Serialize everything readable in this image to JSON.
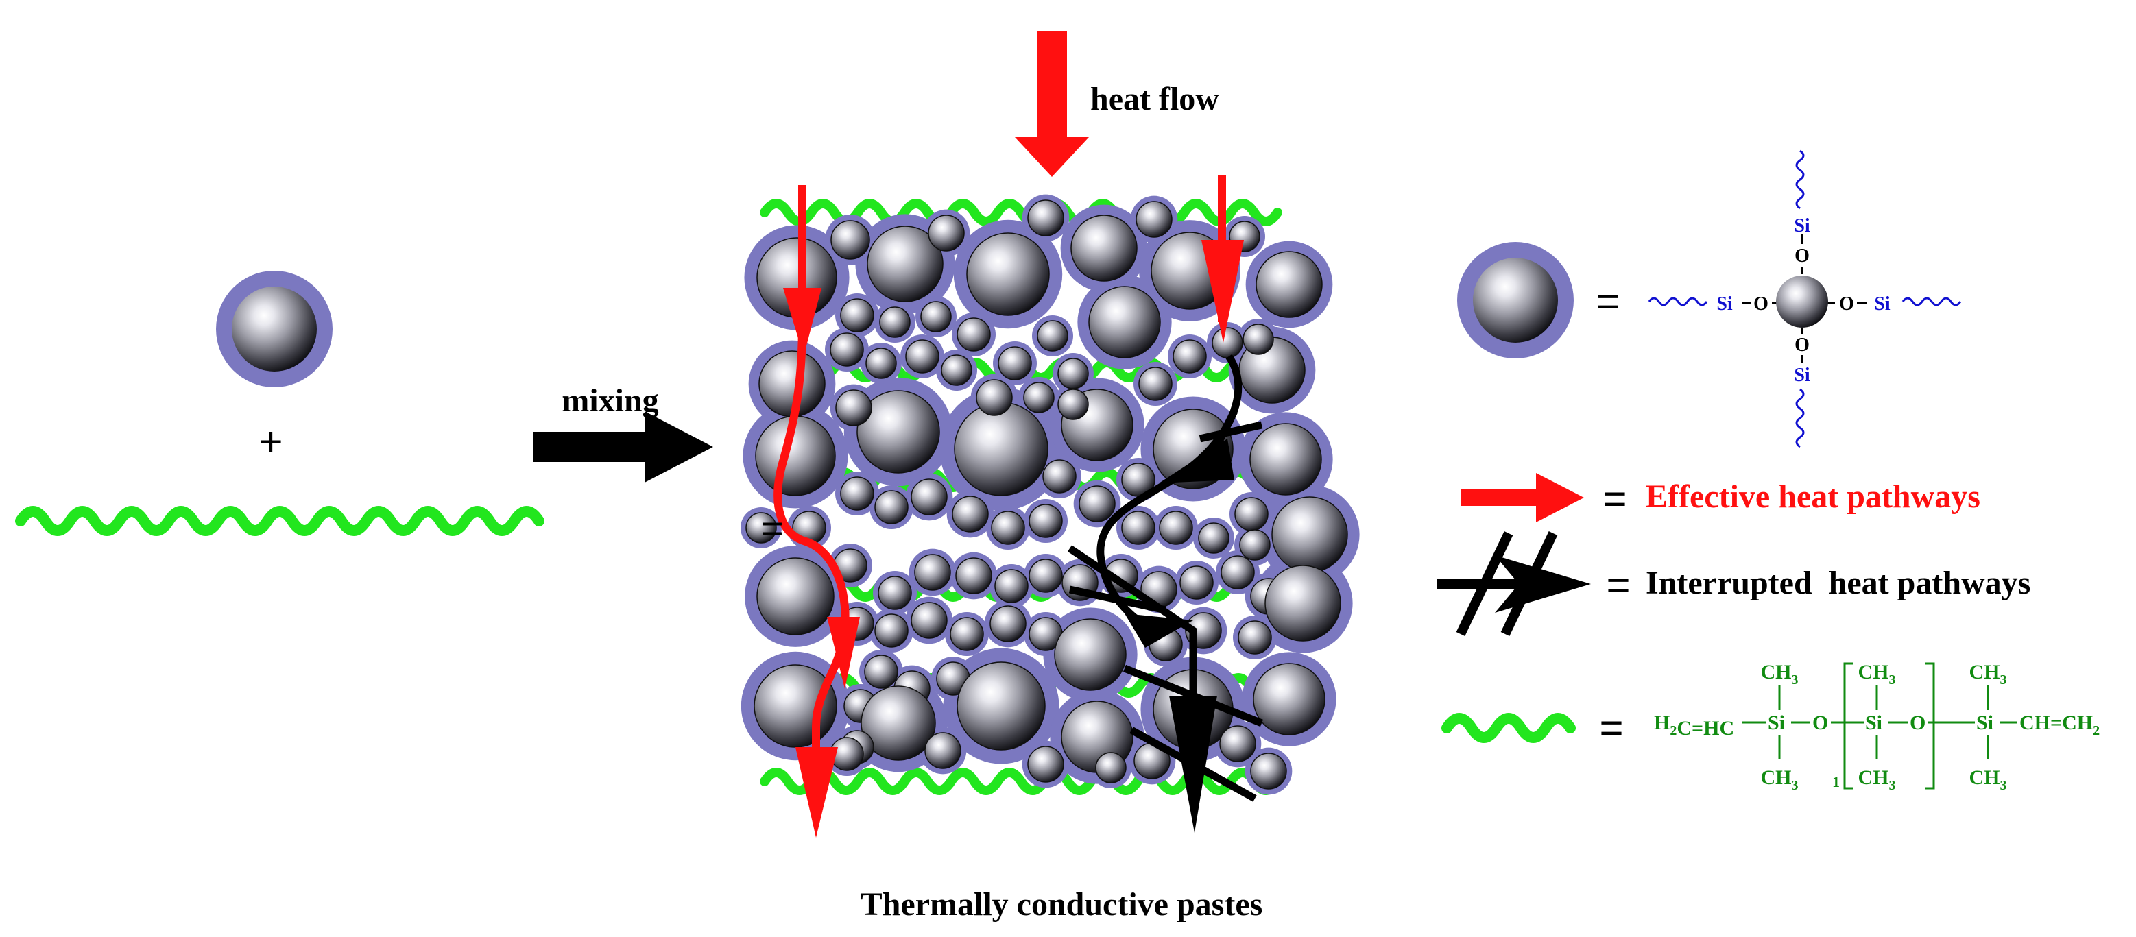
{
  "labels": {
    "heat_flow": "heat flow",
    "mixing": "mixing",
    "plus": "+",
    "caption": "Thermally conductive pastes",
    "equals": "="
  },
  "legend": {
    "effective": "Effective heat pathways",
    "interrupted": "Interrupted  heat pathways"
  },
  "particle_formula": {
    "si": "Si",
    "o": "O"
  },
  "polymer_formula": {
    "left": "H2C=HC",
    "ch3": "CH3",
    "si": "Si",
    "o": "O",
    "right": "CH=CH2",
    "subscript_n": "1"
  },
  "colors": {
    "red": "#ff1010",
    "green": "#22e61e",
    "halo": "#7b78c0",
    "blue": "#1010d0",
    "formula_green": "#118b11",
    "black": "#000000"
  }
}
